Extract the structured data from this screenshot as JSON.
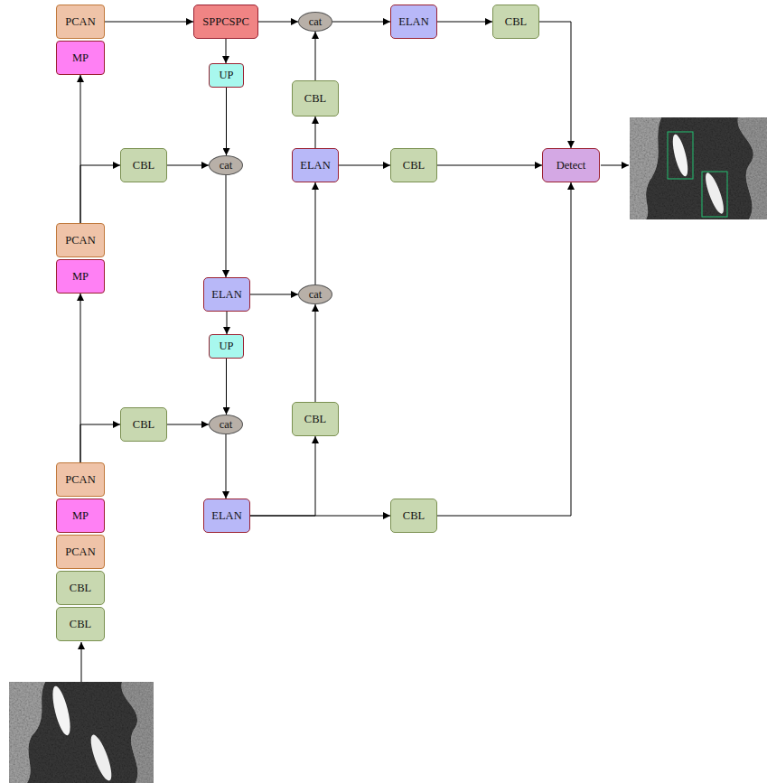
{
  "diagram": {
    "nodes": [
      {
        "text": [
          "PCAN"
        ]
      },
      {
        "text": [
          "MP"
        ]
      },
      {
        "text": [
          "SPPCSPC"
        ]
      },
      {
        "text": [
          "cat"
        ]
      },
      {
        "text": [
          "ELAN"
        ]
      },
      {
        "text": [
          "CBL"
        ]
      },
      {
        "text": [
          "UP"
        ]
      },
      {
        "text": [
          "CBL"
        ]
      },
      {
        "text": [
          "CBL"
        ]
      },
      {
        "text": [
          "cat"
        ]
      },
      {
        "text": [
          "ELAN"
        ]
      },
      {
        "text": [
          "CBL"
        ]
      },
      {
        "text": [
          "Detect"
        ]
      },
      {
        "text": [
          "PCAN"
        ]
      },
      {
        "text": [
          "MP"
        ]
      },
      {
        "text": [
          "ELAN"
        ]
      },
      {
        "text": [
          "cat"
        ]
      },
      {
        "text": [
          "UP"
        ]
      },
      {
        "text": [
          "CBL"
        ]
      },
      {
        "text": [
          "CBL"
        ]
      },
      {
        "text": [
          "cat"
        ]
      },
      {
        "text": [
          "PCAN"
        ]
      },
      {
        "text": [
          "MP"
        ]
      },
      {
        "text": [
          "ELAN"
        ]
      },
      {
        "text": [
          "CBL"
        ]
      },
      {
        "text": [
          "PCAN"
        ]
      },
      {
        "text": [
          "CBL"
        ]
      },
      {
        "text": [
          "CBL"
        ]
      }
    ],
    "edges": [
      {
        "from": 0,
        "to": 2,
        "arrow": "to"
      },
      {
        "from": 2,
        "to": 3,
        "arrow": "to"
      },
      {
        "from": 2,
        "to": 6,
        "arrow": "to"
      },
      {
        "from": 3,
        "to": 4,
        "arrow": "to"
      },
      {
        "from": 4,
        "to": 5,
        "arrow": "to"
      },
      {
        "from": 5,
        "to": 12,
        "arrow": "to"
      },
      {
        "from": 6,
        "to": 9,
        "arrow": "to"
      },
      {
        "from": 7,
        "to": 3,
        "arrow": "to"
      },
      {
        "from": 8,
        "to": 9,
        "arrow": "to"
      },
      {
        "from": 9,
        "to": 15,
        "arrow": "to"
      },
      {
        "from": 10,
        "to": 7,
        "arrow": "to"
      },
      {
        "from": 10,
        "to": 11,
        "arrow": "to"
      },
      {
        "from": 11,
        "to": 12,
        "arrow": "to"
      },
      {
        "from": 13,
        "to": 1,
        "arrow": "to"
      },
      {
        "from": 13,
        "to": 8,
        "arrow": "to"
      },
      {
        "from": 15,
        "to": 16,
        "arrow": "to"
      },
      {
        "from": 15,
        "to": 17,
        "arrow": "to"
      },
      {
        "from": 16,
        "to": 10,
        "arrow": "to"
      },
      {
        "from": 17,
        "to": 20,
        "arrow": "to"
      },
      {
        "from": 18,
        "to": 16,
        "arrow": "to"
      },
      {
        "from": 19,
        "to": 20,
        "arrow": "to"
      },
      {
        "from": 20,
        "to": 23,
        "arrow": "to"
      },
      {
        "from": 21,
        "to": 14,
        "arrow": "to"
      },
      {
        "from": 21,
        "to": 19,
        "arrow": "to"
      },
      {
        "from": 23,
        "to": 18,
        "arrow": "to"
      },
      {
        "from": 23,
        "to": 24,
        "arrow": "to"
      },
      {
        "from": 24,
        "to": 12,
        "arrow": "to"
      }
    ]
  }
}
